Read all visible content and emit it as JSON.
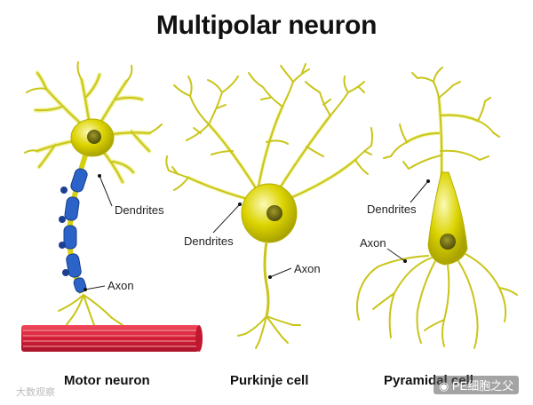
{
  "title": "Multipolar neuron",
  "captions": {
    "motor": "Motor neuron",
    "purkinje": "Purkinje cell",
    "pyramidal": "Pyramidal cell"
  },
  "labels": {
    "dendrites_motor": "Dendrites",
    "axon_motor": "Axon",
    "dendrites_purkinje": "Dendrites",
    "axon_purkinje": "Axon",
    "dendrites_pyramidal": "Dendrites",
    "axon_pyramidal": "Axon"
  },
  "watermarks": {
    "left": "大数观察",
    "right": "PE细胞之父"
  },
  "colors": {
    "cell_body": "#d8d000",
    "cell_body_light": "#f4f2a0",
    "nucleus": "#6b6a10",
    "dendrite": "#c9c51a",
    "dendrite_glow": "#eef08a",
    "myelin": "#2b63c8",
    "muscle": "#d8233b",
    "muscle_stripe": "#f27a85",
    "label_line": "#222222",
    "background": "#ffffff"
  }
}
